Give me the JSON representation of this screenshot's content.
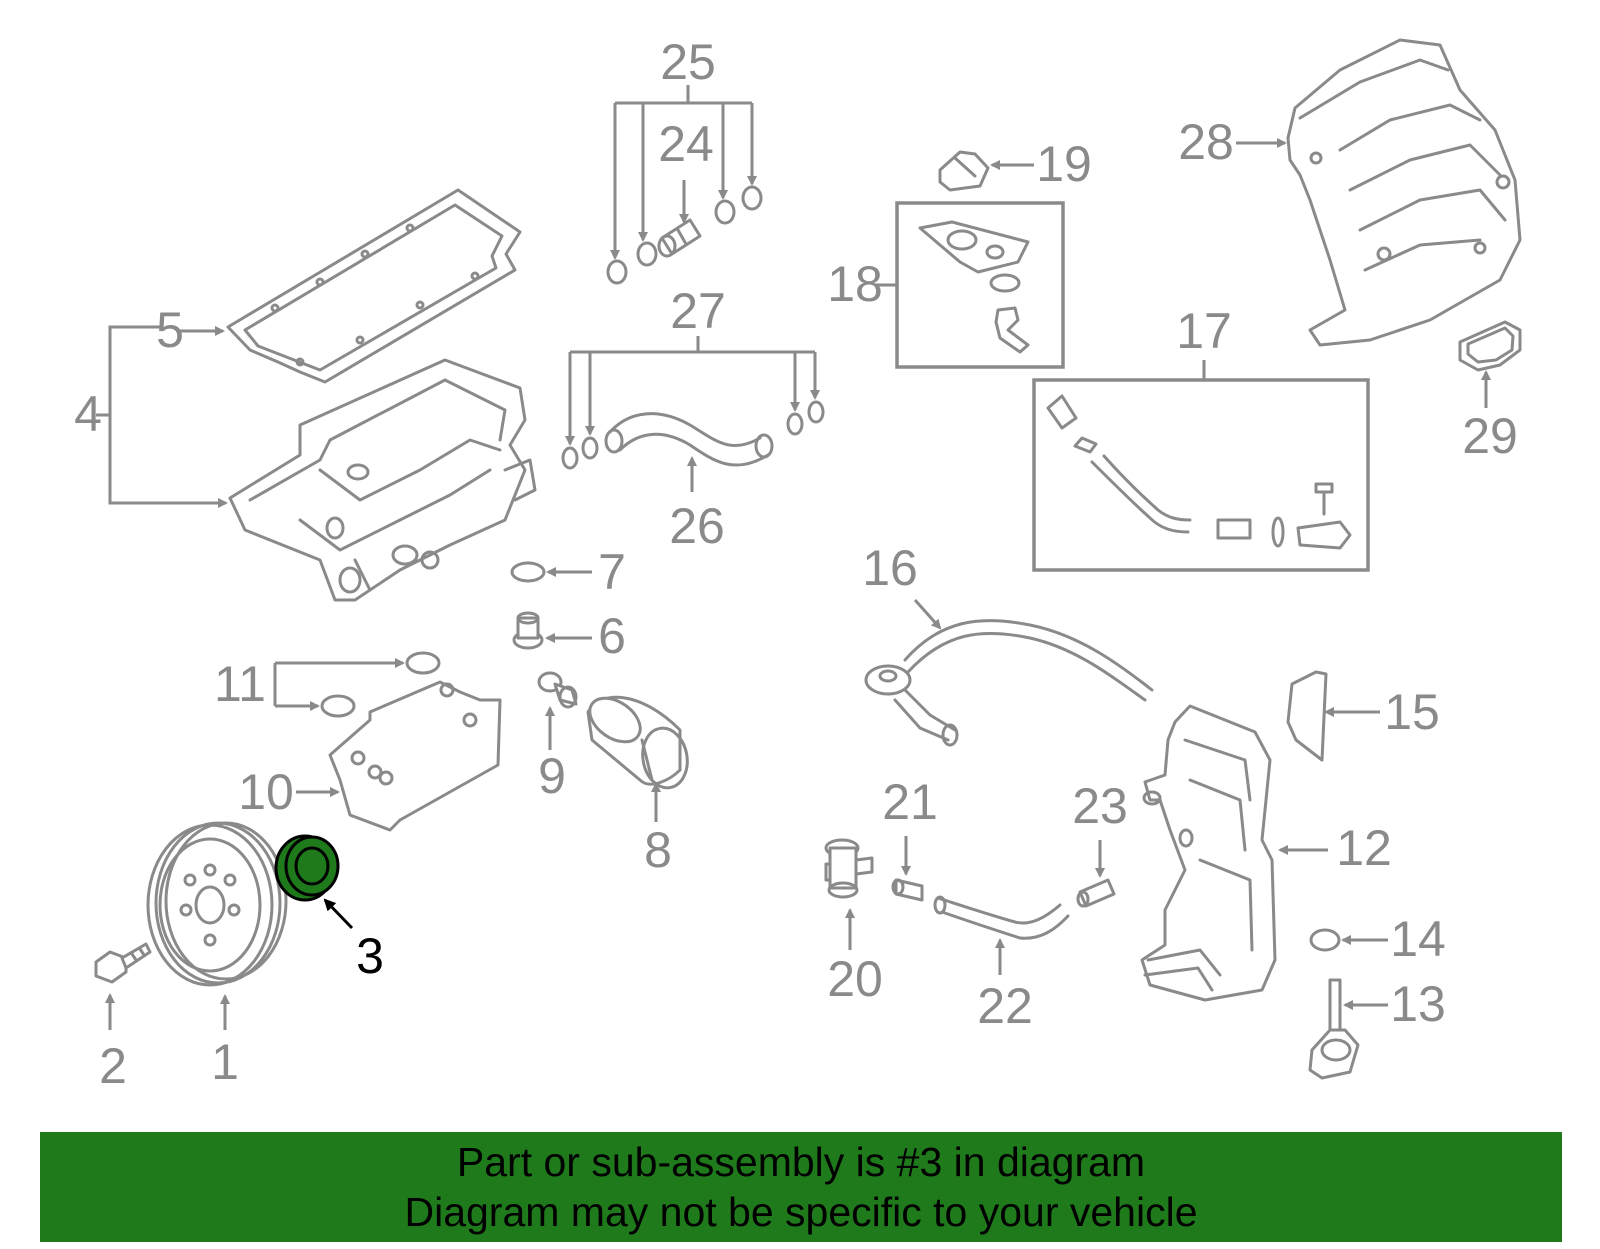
{
  "callouts": {
    "c1": "1",
    "c2": "2",
    "c3": "3",
    "c4": "4",
    "c5": "5",
    "c6": "6",
    "c7": "7",
    "c8": "8",
    "c9": "9",
    "c10": "10",
    "c11": "11",
    "c12": "12",
    "c13": "13",
    "c14": "14",
    "c15": "15",
    "c16": "16",
    "c17": "17",
    "c18": "18",
    "c19": "19",
    "c20": "20",
    "c21": "21",
    "c22": "22",
    "c23": "23",
    "c24": "24",
    "c25": "25",
    "c26": "26",
    "c27": "27",
    "c28": "28",
    "c29": "29"
  },
  "highlighted_part": "3",
  "colors": {
    "line_art": "#8a8a8a",
    "highlight_part": "#1f7a1c",
    "banner_background": "#1f7a1c",
    "banner_text": "#000000"
  },
  "banner": {
    "line1": "Part or sub-assembly is #3 in diagram",
    "line2": "Diagram may not be specific to your vehicle"
  }
}
